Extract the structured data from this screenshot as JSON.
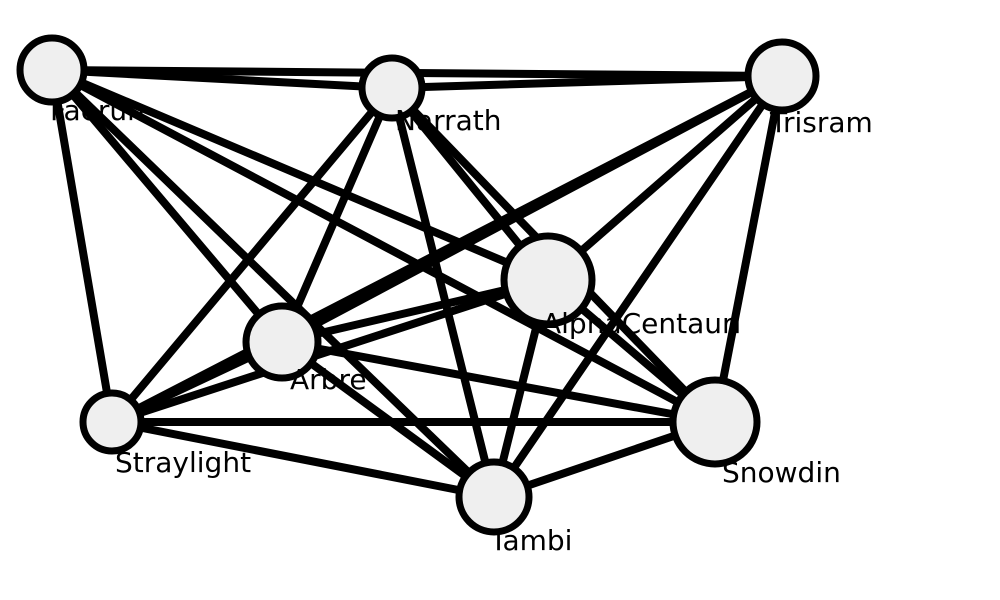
{
  "graph": {
    "nodes": [
      {
        "id": "faerun",
        "label": "Faerun"
      },
      {
        "id": "narrath",
        "label": "Narrath"
      },
      {
        "id": "trisram",
        "label": "Trisram"
      },
      {
        "id": "alphacentauri",
        "label": "AlphaCentauri"
      },
      {
        "id": "arbre",
        "label": "Arbre"
      },
      {
        "id": "straylight",
        "label": "Straylight"
      },
      {
        "id": "snowdin",
        "label": "Snowdin"
      },
      {
        "id": "tambi",
        "label": "Tambi"
      }
    ],
    "edges": [
      [
        "faerun",
        "narrath"
      ],
      [
        "faerun",
        "trisram"
      ],
      [
        "faerun",
        "alphacentauri"
      ],
      [
        "faerun",
        "arbre"
      ],
      [
        "faerun",
        "straylight"
      ],
      [
        "faerun",
        "snowdin"
      ],
      [
        "faerun",
        "tambi"
      ],
      [
        "narrath",
        "trisram"
      ],
      [
        "narrath",
        "alphacentauri"
      ],
      [
        "narrath",
        "arbre"
      ],
      [
        "narrath",
        "straylight"
      ],
      [
        "narrath",
        "snowdin"
      ],
      [
        "narrath",
        "tambi"
      ],
      [
        "trisram",
        "alphacentauri"
      ],
      [
        "trisram",
        "arbre"
      ],
      [
        "trisram",
        "straylight"
      ],
      [
        "trisram",
        "snowdin"
      ],
      [
        "trisram",
        "tambi"
      ],
      [
        "alphacentauri",
        "arbre"
      ],
      [
        "alphacentauri",
        "straylight"
      ],
      [
        "alphacentauri",
        "snowdin"
      ],
      [
        "alphacentauri",
        "tambi"
      ],
      [
        "arbre",
        "straylight"
      ],
      [
        "arbre",
        "snowdin"
      ],
      [
        "arbre",
        "tambi"
      ],
      [
        "straylight",
        "snowdin"
      ],
      [
        "straylight",
        "tambi"
      ],
      [
        "snowdin",
        "tambi"
      ]
    ],
    "colors": {
      "edge": "#000000",
      "node_fill": "#efefef",
      "node_stroke": "#000000",
      "background": "#ffffff"
    }
  }
}
